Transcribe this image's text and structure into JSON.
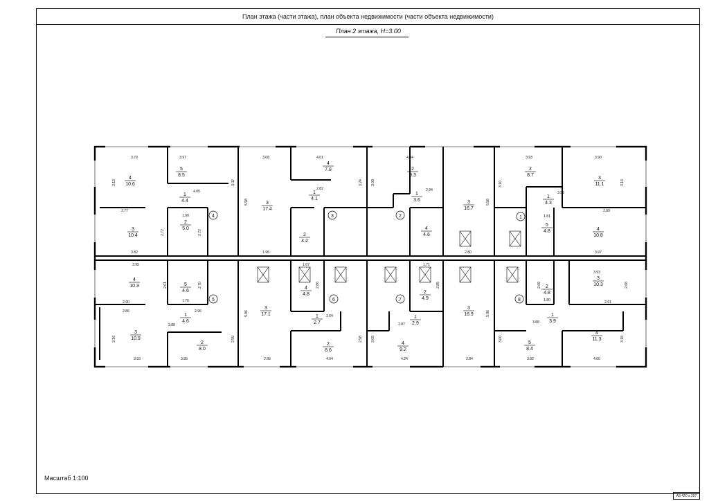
{
  "header": {
    "title": "План этажа (части этажа), план объекта недвижимости (части объекта недвижимости)"
  },
  "plan": {
    "subtitle": "План 2 этажа, H=3.00",
    "scale": "Масштаб 1:100",
    "sheet_format": "А3 420 x 297"
  },
  "apartments": [
    "1",
    "2",
    "3",
    "4",
    "5",
    "6",
    "7",
    "8"
  ],
  "rooms": {
    "a4": {
      "num": "4",
      "area": "10.6"
    },
    "a5": {
      "num": "5",
      "area": "8.5"
    },
    "a1": {
      "num": "1",
      "area": "4.4"
    },
    "a3": {
      "num": "3",
      "area": "10.4"
    },
    "a2": {
      "num": "2",
      "area": "5.0"
    },
    "b3": {
      "num": "3",
      "area": "17.4"
    },
    "b4": {
      "num": "4",
      "area": "7.8"
    },
    "b1": {
      "num": "1",
      "area": "4.1"
    },
    "b2": {
      "num": "2",
      "area": "4.2"
    },
    "c2": {
      "num": "2",
      "area": "9.3"
    },
    "c1": {
      "num": "1",
      "area": "3.6"
    },
    "c3": {
      "num": "3",
      "area": "16.7"
    },
    "c4": {
      "num": "4",
      "area": "4.6"
    },
    "d2": {
      "num": "2",
      "area": "8.7"
    },
    "d3": {
      "num": "3",
      "area": "11.1"
    },
    "d1": {
      "num": "1",
      "area": "4.3"
    },
    "d5": {
      "num": "5",
      "area": "4.8"
    },
    "d4": {
      "num": "4",
      "area": "10.8"
    },
    "e4": {
      "num": "4",
      "area": "10.3"
    },
    "e5": {
      "num": "5",
      "area": "4.6"
    },
    "e1": {
      "num": "1",
      "area": "4.6"
    },
    "e3": {
      "num": "3",
      "area": "10.9"
    },
    "e2": {
      "num": "2",
      "area": "8.0"
    },
    "f4": {
      "num": "4",
      "area": "4.8"
    },
    "f3": {
      "num": "3",
      "area": "17.1"
    },
    "f1": {
      "num": "1",
      "area": "2.7"
    },
    "f2": {
      "num": "2",
      "area": "8.6"
    },
    "g2": {
      "num": "2",
      "area": "4.9"
    },
    "g3": {
      "num": "3",
      "area": "16.9"
    },
    "g1": {
      "num": "1",
      "area": "2.9"
    },
    "g4": {
      "num": "4",
      "area": "9.2"
    },
    "h2": {
      "num": "2",
      "area": "4.8"
    },
    "h3": {
      "num": "3",
      "area": "10.3"
    },
    "h1": {
      "num": "1",
      "area": "3.9"
    },
    "h5": {
      "num": "5",
      "area": "8.4"
    },
    "h4": {
      "num": "4",
      "area": "11.3"
    }
  },
  "dims": {
    "top": [
      "3.79",
      "3.97",
      "3.08",
      "4.01",
      "4.34",
      "3.93",
      "3.90"
    ],
    "bottom": [
      "3.93",
      "3.85",
      "2.95",
      "4.04",
      "4.24",
      "2.84",
      "3.82",
      "4.00"
    ],
    "mid_top": [
      "3.82",
      "1.98",
      "2.80",
      "3.97"
    ],
    "mid_bottom": [
      "3.95",
      "1.67",
      "1.71",
      "3.93"
    ],
    "heights": [
      "5.98",
      "5.98",
      "5.96",
      "5.96"
    ],
    "misc": [
      "1.90",
      "4.05",
      "2.72",
      "2.77",
      "2.72",
      "2.82",
      "2.94",
      "3.91",
      "2.89",
      "1.81",
      "2.61",
      "2.70",
      "1.76",
      "2.90",
      "2.86",
      "2.96",
      "3.88",
      "2.86",
      "2.64",
      "2.87",
      "3.88",
      "2.91",
      "2.66",
      "1.80",
      "2.69",
      "2.85",
      "3.16",
      "3.18",
      "3.00",
      "3.05",
      "2.98",
      "2.99",
      "3.10",
      "3.12",
      "3.02",
      "3.24",
      "3.09",
      "3.16"
    ]
  }
}
